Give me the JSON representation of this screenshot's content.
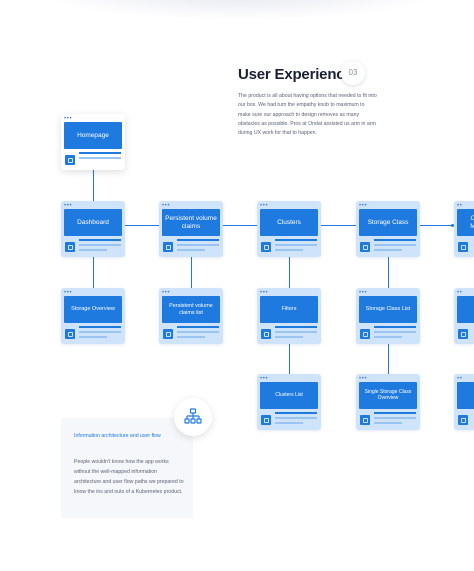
{
  "header": {
    "title": "User Experience",
    "number": "03",
    "intro": "The product is all about having options that needed to fit into our box. We had turn the empathy knob to maximum to make sure our approach to design removes as many obstacles as possible. Pros at Ondat assisted us arm in arm during UX work for that to happen."
  },
  "nodes": {
    "homepage": "Homepage",
    "dashboard": "Dashboard",
    "pvc": "Persistent volume claims",
    "clusters": "Clusters",
    "storage_class": "Storage Class",
    "partial_top": "O M",
    "storage_overview": "Storage Overview",
    "pvc_list": "Persistent volume claims list",
    "filters": "Filters",
    "storage_class_list": "Storage Class List",
    "clusters_list": "Clusters List",
    "single_storage_class": "Single Storage Class Overview"
  },
  "info": {
    "title": "Information architecture and user flow",
    "body": "People wouldn't know how the app works without the well-mapped information architecture and user flow paths we prepared to know the ins and outs of a Kubernetes product.",
    "icon": "sitemap-icon"
  },
  "colors": {
    "accent": "#1f7ae0",
    "card": "#cfe4fb",
    "text": "#1a1f36"
  }
}
